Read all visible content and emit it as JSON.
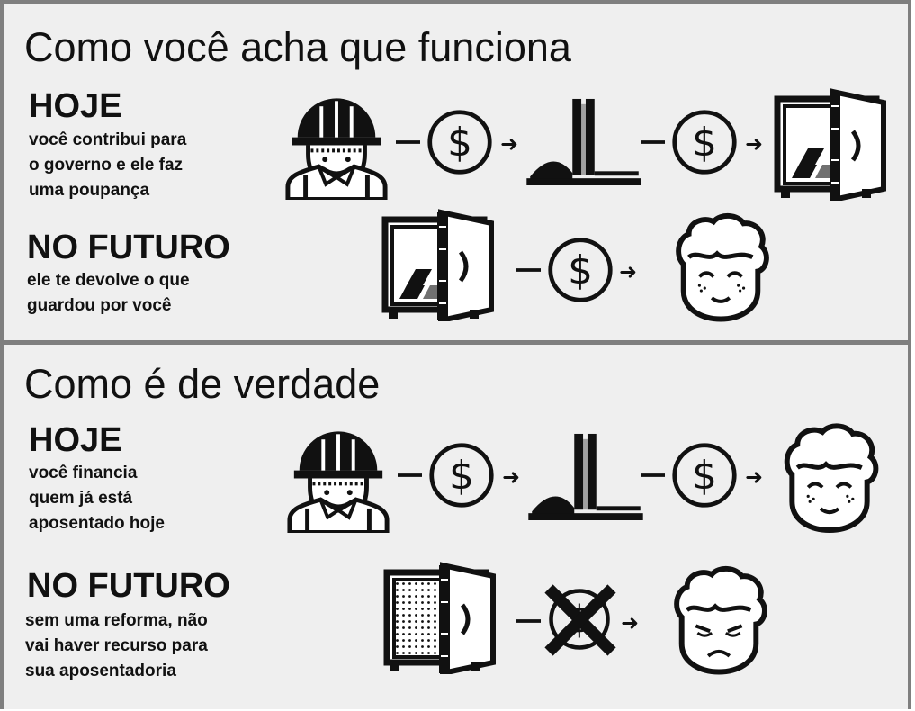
{
  "section1": {
    "title": "Como você acha que funciona",
    "today": {
      "heading": "HOJE",
      "text": "você contribui para\no governo e ele faz\numa poupança"
    },
    "future": {
      "heading": "NO FUTURO",
      "text": "ele te devolve o que\nguardou por você"
    }
  },
  "section2": {
    "title": "Como é de verdade",
    "today": {
      "heading": "HOJE",
      "text": "você financia\nquem já está\naposentado hoje"
    },
    "future": {
      "heading": "NO FUTURO",
      "text": "sem uma reforma, não\nvai haver recurso para\nsua aposentadoria"
    }
  },
  "icons": {
    "worker": "worker-icon",
    "money": "dollar-coin-icon",
    "government": "congress-building-icon",
    "safe_full": "safe-with-gold-icon",
    "safe_empty": "empty-safe-icon",
    "retiree_happy": "happy-elderly-icon",
    "retiree_sad": "sad-elderly-icon",
    "blocked_money": "crossed-out-coin-icon"
  },
  "colors": {
    "background": "#efefef",
    "frame": "#7f7f7f",
    "ink": "#111111"
  }
}
